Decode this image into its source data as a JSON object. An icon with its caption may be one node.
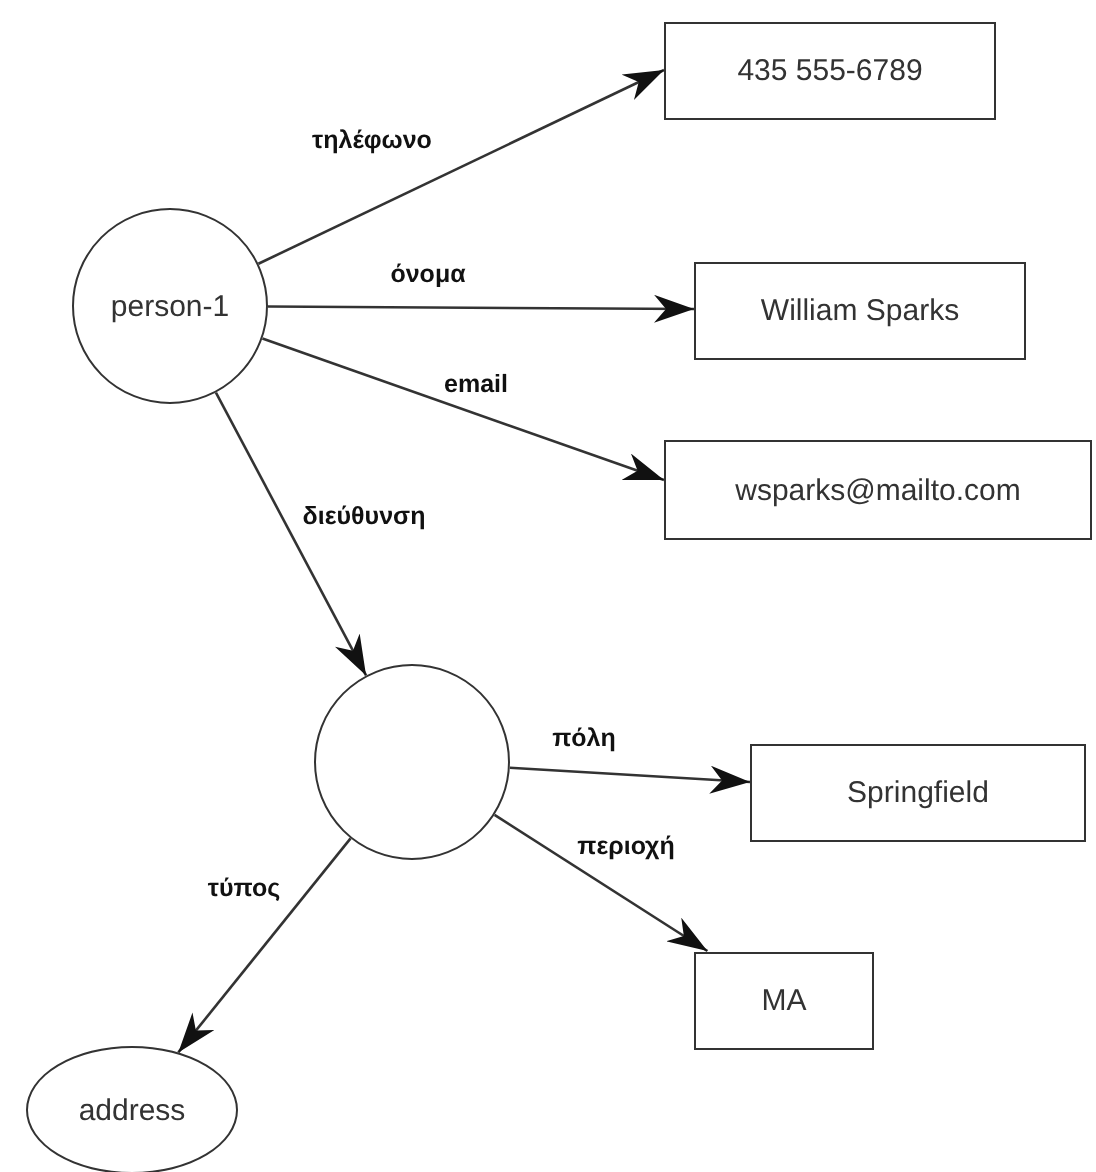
{
  "diagram": {
    "nodes": [
      {
        "text": [
          "person-1"
        ]
      },
      {
        "text": [
          "435 555-6789"
        ]
      },
      {
        "text": [
          "William Sparks"
        ]
      },
      {
        "text": [
          "wsparks@mailto.com"
        ]
      },
      {
        "text": [],
        "shape": "circle"
      },
      {
        "text": [
          "Springfield"
        ]
      },
      {
        "text": [
          "MA"
        ]
      },
      {
        "text": [
          "address"
        ]
      }
    ],
    "edges": [
      {
        "from": 0,
        "to": 1,
        "arrow": "to",
        "label": "τηλέφωνο"
      },
      {
        "from": 0,
        "to": 2,
        "arrow": "to",
        "label": "όνομα"
      },
      {
        "from": 0,
        "to": 3,
        "arrow": "to",
        "label": "email"
      },
      {
        "from": 0,
        "to": 4,
        "arrow": "to",
        "label": "διεύθυνση"
      },
      {
        "from": 4,
        "to": 5,
        "arrow": "to",
        "label": "πόλη"
      },
      {
        "from": 4,
        "to": 6,
        "arrow": "to",
        "label": "περιοχή"
      },
      {
        "from": 4,
        "to": 7,
        "arrow": "to",
        "label": "τύπος"
      }
    ]
  }
}
